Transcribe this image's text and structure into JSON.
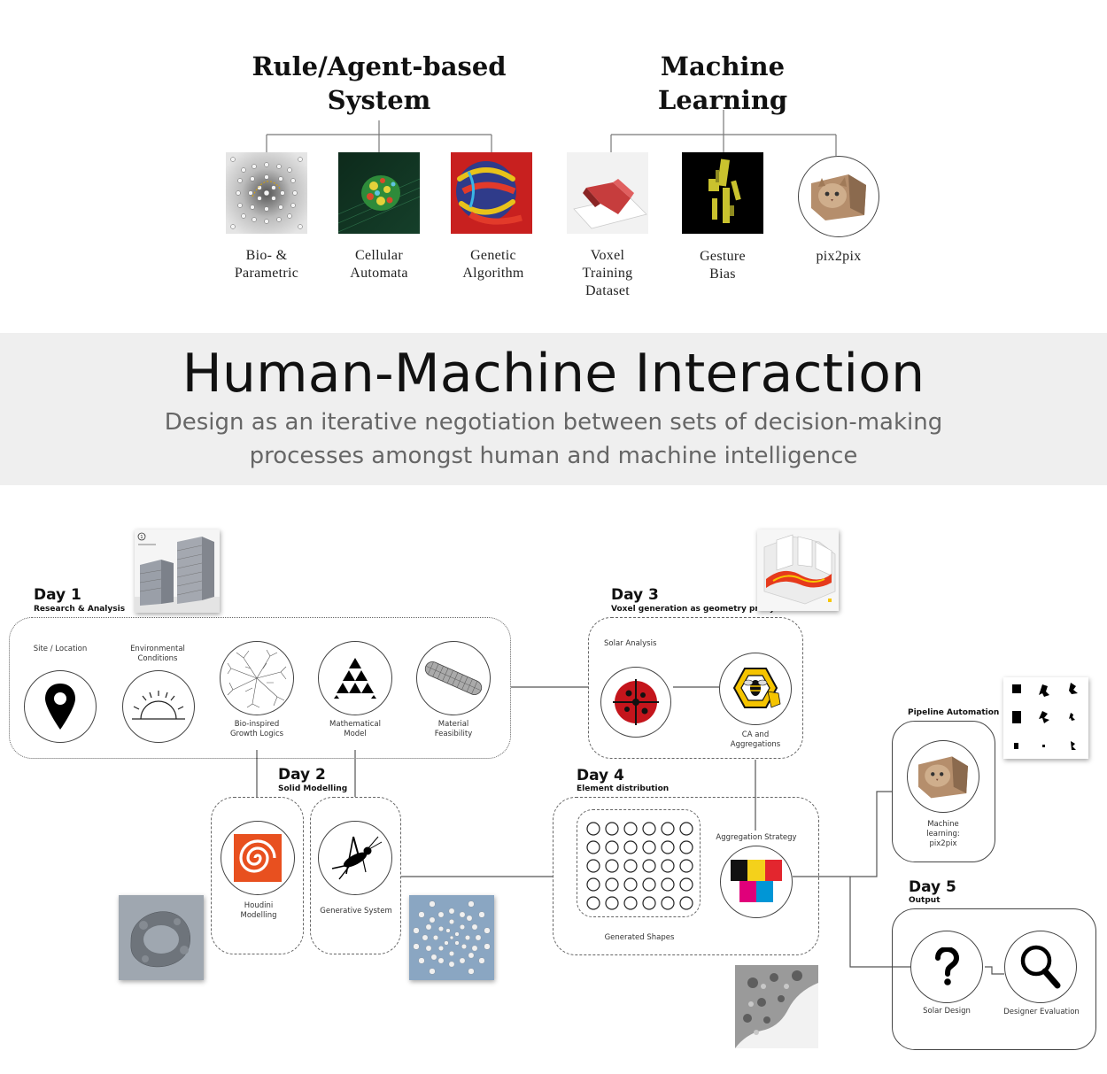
{
  "top": {
    "groups": [
      {
        "title_line1": "Rule/Agent-based",
        "title_line2": "System"
      },
      {
        "title_line1": "Machine",
        "title_line2": "Learning"
      }
    ],
    "items": [
      {
        "line1": "Bio- &",
        "line2": "Parametric",
        "line3": ""
      },
      {
        "line1": "Cellular",
        "line2": "Automata",
        "line3": ""
      },
      {
        "line1": "Genetic",
        "line2": "Algorithm",
        "line3": ""
      },
      {
        "line1": "Voxel",
        "line2": "Training",
        "line3": "Dataset"
      },
      {
        "line1": "Gesture",
        "line2": "Bias",
        "line3": ""
      },
      {
        "line1": "pix2pix",
        "line2": "",
        "line3": ""
      }
    ]
  },
  "band": {
    "title": "Human-Machine Interaction",
    "subtitle_line1": "Design as an iterative negotiation between sets of decision-making",
    "subtitle_line2": "processes amongst human and machine intelligence"
  },
  "diagram": {
    "day1": {
      "title": "Day 1",
      "subtitle": "Research & Analysis",
      "nodes": [
        {
          "line1": "Site / Location",
          "line2": ""
        },
        {
          "line1": "Environmental",
          "line2": "Conditions"
        },
        {
          "line1": "Bio-inspired",
          "line2": "Growth Logics"
        },
        {
          "line1": "Mathematical",
          "line2": "Model"
        },
        {
          "line1": "Material",
          "line2": "Feasibility"
        }
      ]
    },
    "day2": {
      "title": "Day 2",
      "subtitle": "Solid Modelling",
      "nodes": [
        {
          "line1": "Houdini",
          "line2": "Modelling"
        },
        {
          "line1": "Generative System",
          "line2": ""
        }
      ]
    },
    "day3": {
      "title": "Day 3",
      "subtitle": "Voxel generation as geometry proxy",
      "solar_label": "Solar Analysis",
      "ca_line1": "CA and",
      "ca_line2": "Aggregations"
    },
    "day4": {
      "title": "Day 4",
      "subtitle": "Element distribution",
      "generated_label": "Generated Shapes",
      "aggregation_label": "Aggregation Strategy"
    },
    "pipeline": {
      "title": "Pipeline Automation",
      "line1": "Machine",
      "line2": "learning:",
      "line3": "pix2pix"
    },
    "day5": {
      "title": "Day 5",
      "subtitle": "Output",
      "solar_design": "Solar Design",
      "designer_eval": "Designer Evaluation"
    },
    "thumb_caption": "1"
  },
  "colors": {
    "band_bg": "#efefef",
    "houdini_orange": "#e8501f",
    "ca_yellow": "#f5c400",
    "solar_red": "#c4151c",
    "agg_red": "#e3262e",
    "agg_yellow": "#f4d11b",
    "agg_magenta": "#e0007a",
    "agg_cyan": "#0096d6"
  }
}
